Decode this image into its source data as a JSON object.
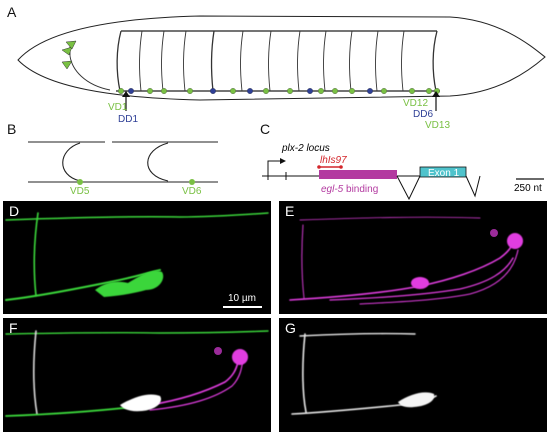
{
  "panels": {
    "a": "A",
    "b": "B",
    "c": "C",
    "d": "D",
    "e": "E",
    "f": "F",
    "g": "G"
  },
  "neurons": {
    "vd1": "VD1",
    "dd1": "DD1",
    "vd12": "VD12",
    "dd6": "DD6",
    "vd13": "VD13",
    "vd5": "VD5",
    "vd6": "VD6"
  },
  "locus": {
    "title": "plx-2 locus",
    "allele": "lhIs97",
    "binding": "egl-5 binding",
    "exon": "Exon 1",
    "scale": "250 nt"
  },
  "micro": {
    "scale": "10 µm"
  },
  "colors": {
    "vd": "#79c043",
    "dd": "#2e3f96",
    "allele": "#d3262b",
    "binding": "#b33aa0",
    "exon": "#4fc3cc",
    "green": "#3ad63a",
    "magenta": "#e13ee0"
  }
}
